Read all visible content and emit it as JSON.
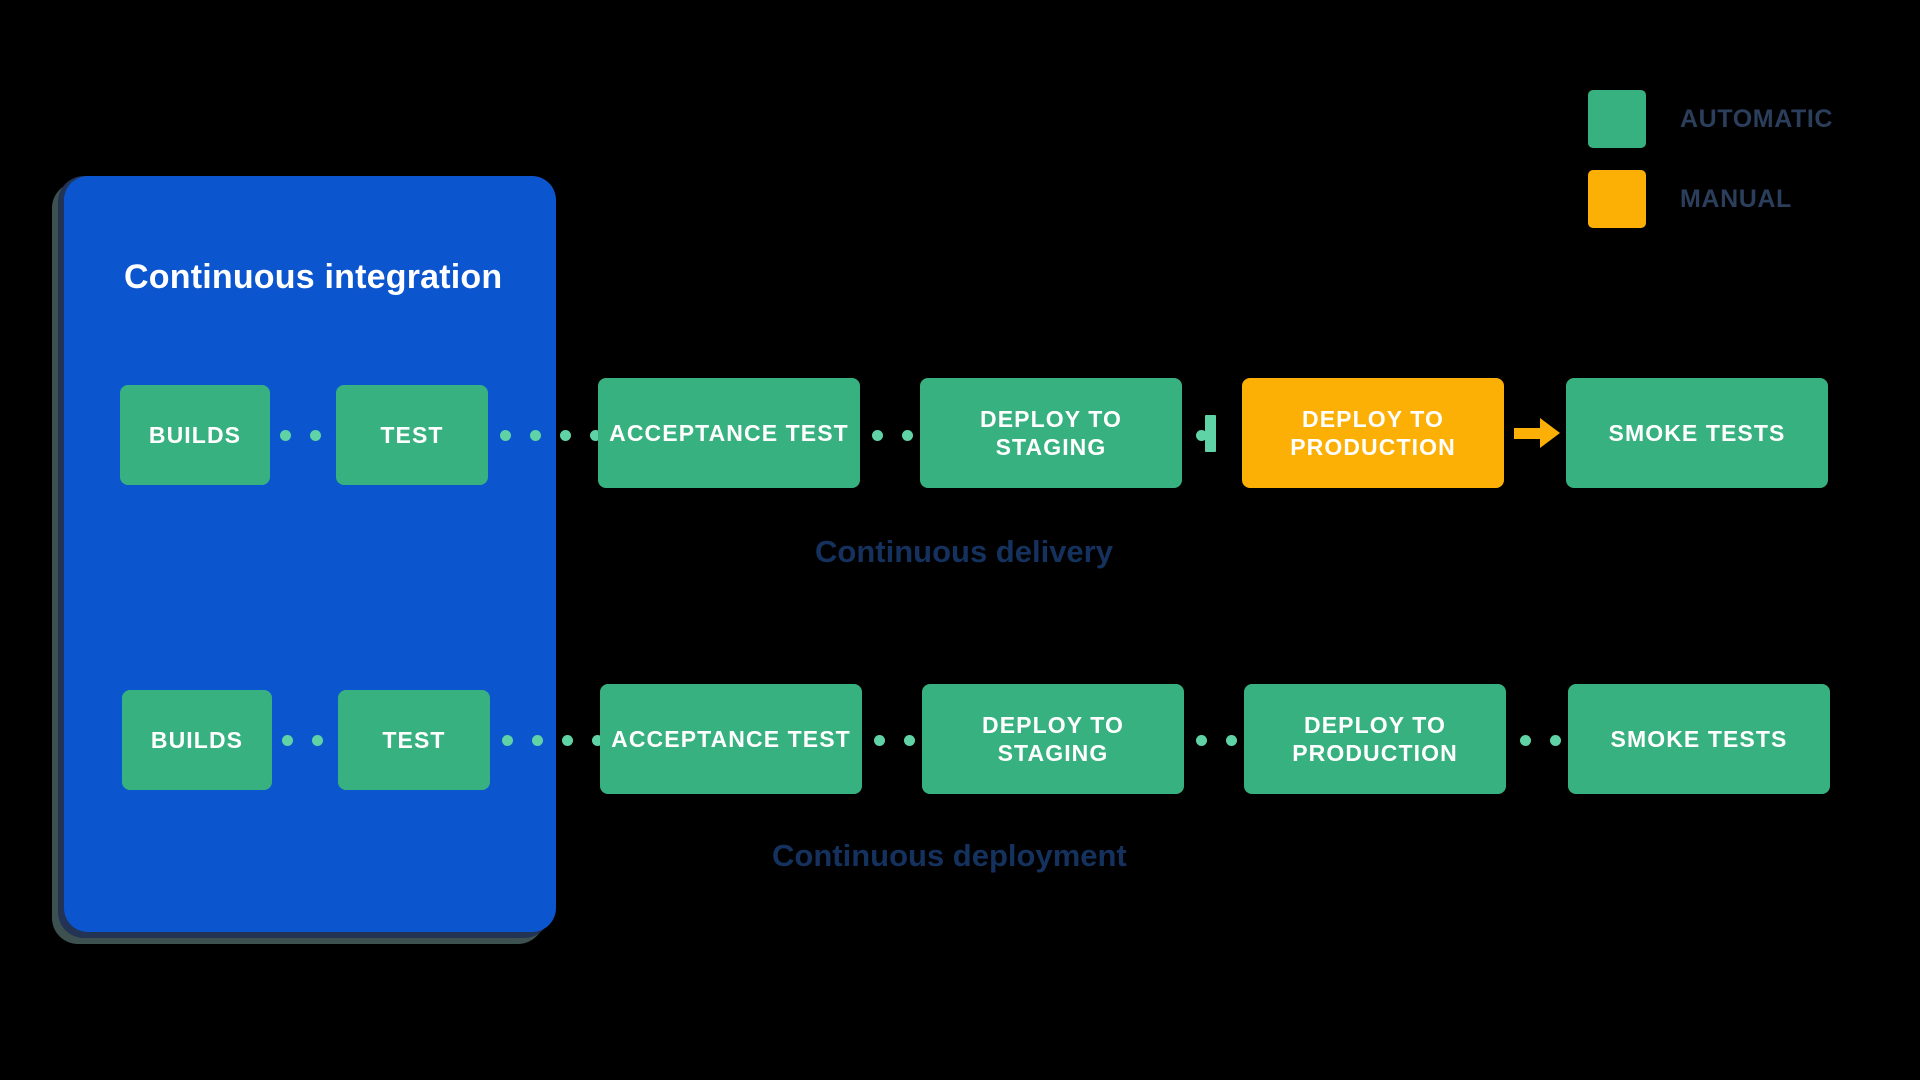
{
  "legend": {
    "items": [
      {
        "label": "AUTOMATIC",
        "color": "#38b180",
        "swatch_icon": "green-square-swatch"
      },
      {
        "label": "MANUAL",
        "color": "#fcb005",
        "swatch_icon": "orange-square-swatch"
      }
    ]
  },
  "ci_panel": {
    "title": "Continuous integration",
    "color": "#0b55ce"
  },
  "captions": {
    "delivery": "Continuous delivery",
    "deployment": "Continuous deployment",
    "color": "#15325f"
  },
  "pipelines": [
    {
      "name": "continuous-delivery",
      "caption": "Continuous delivery",
      "nodes": [
        {
          "label": "BUILDS",
          "type": "automatic",
          "color": "#38b180"
        },
        {
          "label": "TEST",
          "type": "automatic",
          "color": "#38b180"
        },
        {
          "label": "ACCEPTANCE TEST",
          "type": "automatic",
          "color": "#38b180"
        },
        {
          "label": "DEPLOY TO STAGING",
          "type": "automatic",
          "color": "#38b180"
        },
        {
          "label": "DEPLOY TO PRODUCTION",
          "type": "manual",
          "color": "#fcb005"
        },
        {
          "label": "SMOKE TESTS",
          "type": "automatic",
          "color": "#38b180"
        }
      ],
      "connectors": [
        "dotted",
        "dotted",
        "dotted",
        "gate",
        "arrow"
      ]
    },
    {
      "name": "continuous-deployment",
      "caption": "Continuous deployment",
      "nodes": [
        {
          "label": "BUILDS",
          "type": "automatic",
          "color": "#38b180"
        },
        {
          "label": "TEST",
          "type": "automatic",
          "color": "#38b180"
        },
        {
          "label": "ACCEPTANCE TEST",
          "type": "automatic",
          "color": "#38b180"
        },
        {
          "label": "DEPLOY TO STAGING",
          "type": "automatic",
          "color": "#38b180"
        },
        {
          "label": "DEPLOY TO PRODUCTION",
          "type": "automatic",
          "color": "#38b180"
        },
        {
          "label": "SMOKE TESTS",
          "type": "automatic",
          "color": "#38b180"
        }
      ],
      "connectors": [
        "dotted",
        "dotted",
        "dotted",
        "dotted",
        "dotted"
      ]
    }
  ]
}
